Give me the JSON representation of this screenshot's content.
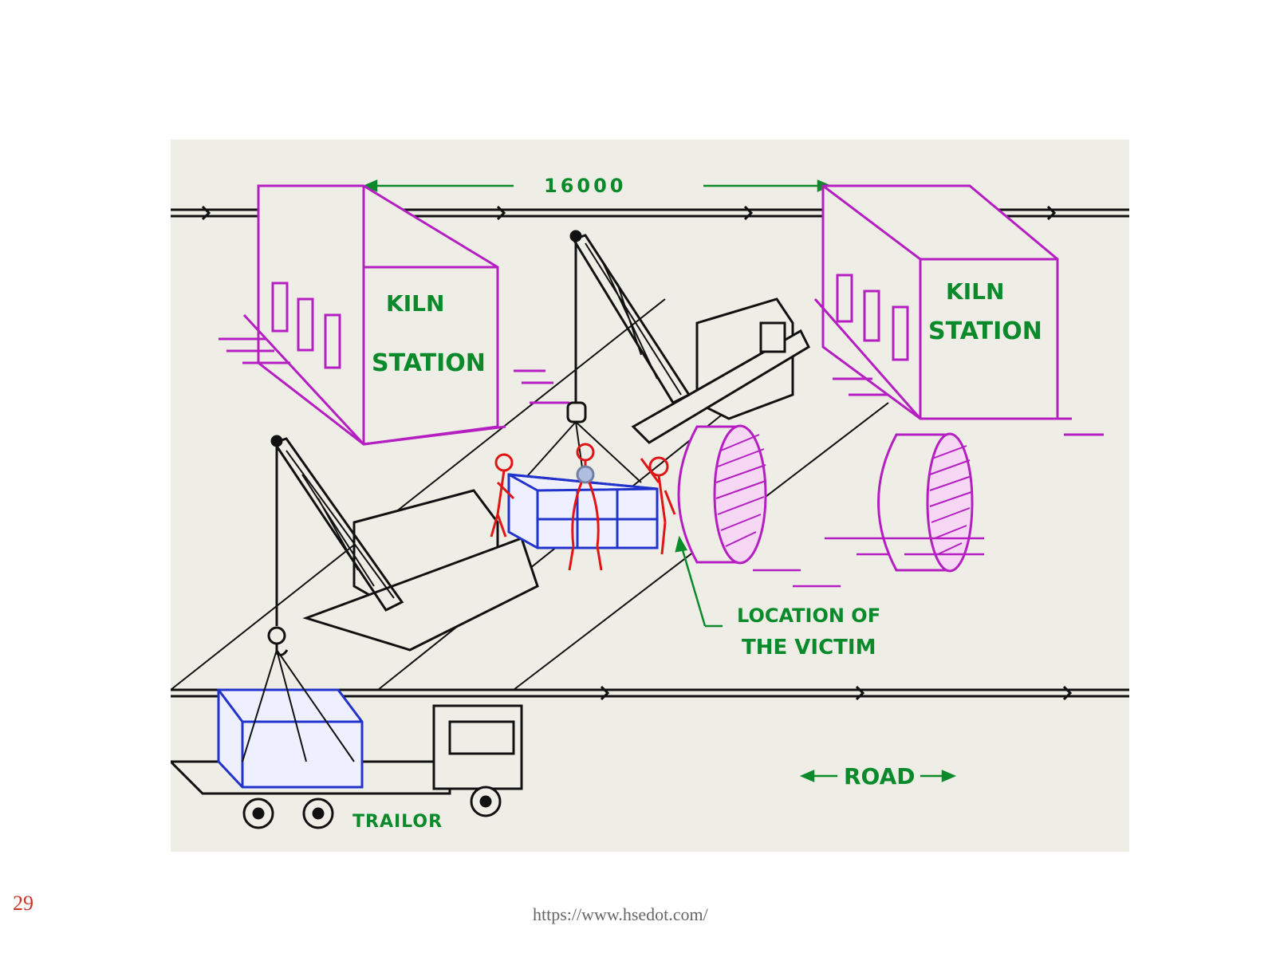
{
  "diagram": {
    "dimension_label": "16000",
    "kiln_left": {
      "line1": "KILN",
      "line2": "STATION"
    },
    "kiln_right": {
      "line1": "KILN",
      "line2": "STATION"
    },
    "victim_label": {
      "line1": "LOCATION OF",
      "line2": "THE VICTIM"
    },
    "road_label": "ROAD",
    "trailer_label": "TRAILOR",
    "colors": {
      "ink": "#111111",
      "kiln": "#b51fc2",
      "label": "#0a8a2a",
      "crate": "#2233cc",
      "workers": "#e01515",
      "paper": "#efeee6"
    }
  },
  "footer": {
    "page_number": "29",
    "url": "https://www.hsedot.com/"
  }
}
